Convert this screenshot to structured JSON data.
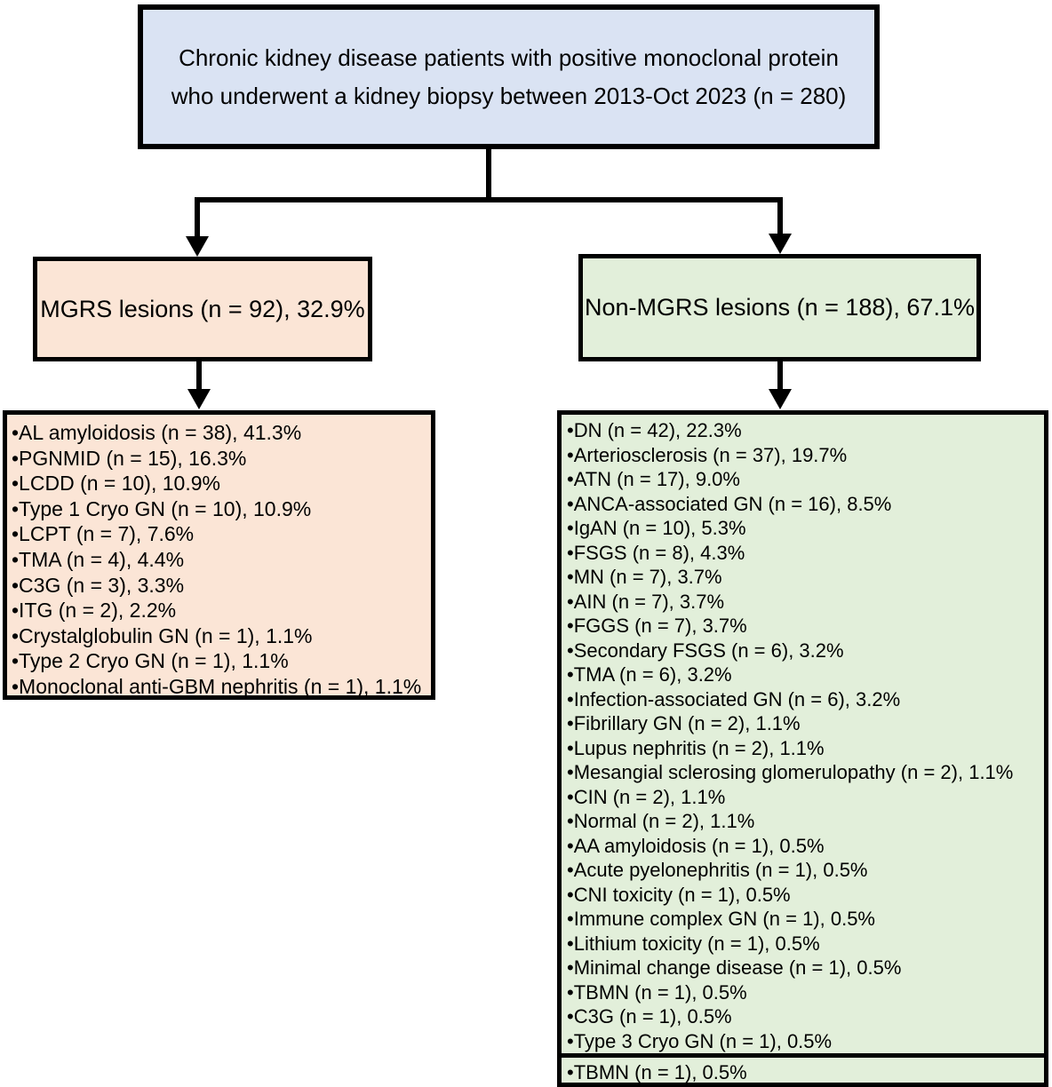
{
  "list_bullet": "•",
  "colors": {
    "root_fill": "#dae3f3",
    "mgrs_fill": "#fbe5d6",
    "non_mgrs_fill": "#e2efda",
    "border": "#000000",
    "line": "#000000"
  },
  "root_box": {
    "text": "Chronic kidney disease patients with positive monoclonal protein who underwent a kidney biopsy between 2013-Oct 2023 (n = 280)"
  },
  "mgrs_box": {
    "label": "MGRS lesions (n = 92), 32.9%"
  },
  "non_mgrs_box": {
    "label": "Non-MGRS lesions (n = 188), 67.1%"
  },
  "mgrs_list": {
    "items": [
      "AL amyloidosis (n = 38), 41.3%",
      "PGNMID (n = 15), 16.3%",
      "LCDD (n = 10), 10.9%",
      "Type 1 Cryo GN (n = 10), 10.9%",
      "LCPT (n = 7), 7.6%",
      "TMA (n = 4), 4.4%",
      "C3G (n = 3), 3.3%",
      "ITG (n = 2), 2.2%",
      "Crystalglobulin GN (n = 1), 1.1%",
      "Type 2 Cryo GN (n = 1), 1.1%",
      "Monoclonal anti-GBM nephritis (n = 1), 1.1%"
    ]
  },
  "non_mgrs_list": {
    "items": [
      "DN (n = 42), 22.3%",
      "Arteriosclerosis (n = 37), 19.7%",
      "ATN (n = 17), 9.0%",
      "ANCA-associated GN (n = 16), 8.5%",
      "IgAN (n = 10), 5.3%",
      "FSGS (n = 8), 4.3%",
      "MN (n = 7), 3.7%",
      "AIN (n = 7), 3.7%",
      "FGGS (n = 7), 3.7%",
      "Secondary FSGS (n = 6), 3.2%",
      "TMA (n = 6), 3.2%",
      "Infection-associated GN (n = 6), 3.2%",
      "Fibrillary GN (n = 2), 1.1%",
      "Lupus nephritis (n = 2), 1.1%",
      "Mesangial sclerosing glomerulopathy (n = 2), 1.1%",
      "CIN (n = 2), 1.1%",
      "Normal (n = 2), 1.1%",
      "AA amyloidosis (n = 1), 0.5%",
      "Acute pyelonephritis (n = 1), 0.5%",
      "CNI toxicity (n = 1), 0.5%",
      "Immune complex GN (n = 1), 0.5%",
      "Lithium toxicity (n = 1), 0.5%",
      "Minimal change disease (n = 1), 0.5%",
      "TBMN (n = 1), 0.5%",
      "C3G (n = 1), 0.5%",
      "Type 3 Cryo GN (n = 1), 0.5%"
    ],
    "partial_bottom_item": "TBMN (n = 1), 0.5%"
  }
}
